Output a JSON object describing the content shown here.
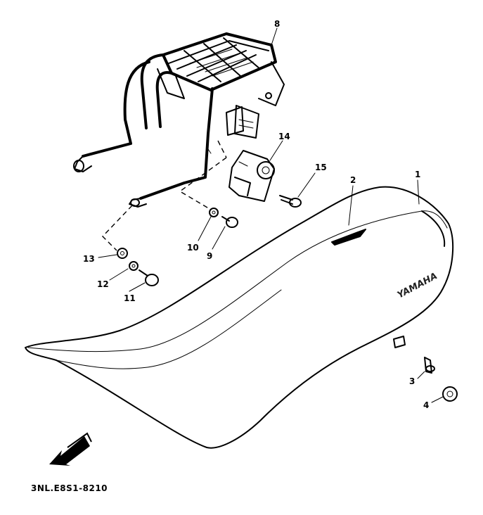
{
  "callouts": {
    "c1": "1",
    "c2": "2",
    "c3": "3",
    "c4": "4",
    "c8": "8",
    "c9": "9",
    "c10": "10",
    "c11": "11",
    "c12": "12",
    "c13": "13",
    "c14": "14",
    "c15": "15"
  },
  "seat_brand": "YAMAHA",
  "diagram_code": "3NL.E8S1-8210"
}
